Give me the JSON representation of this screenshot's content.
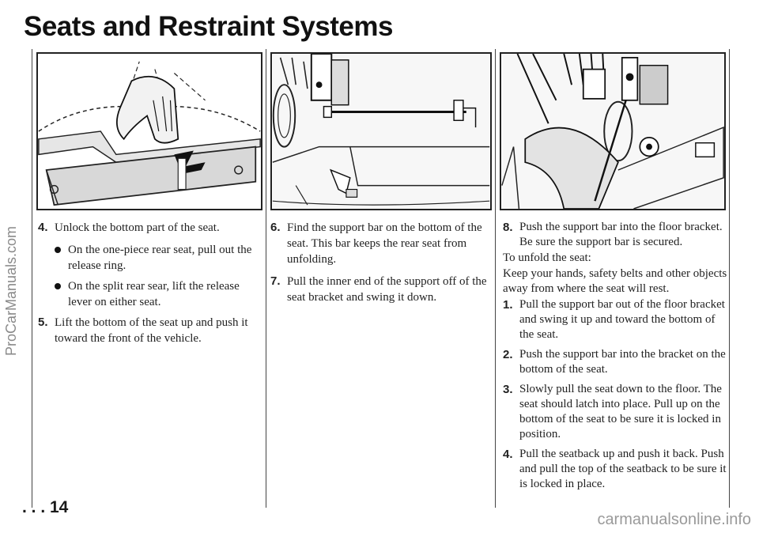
{
  "page": {
    "title": "Seats and Restraint Systems",
    "page_number": ". . . 14"
  },
  "watermarks": {
    "left": "ProCarManuals.com",
    "bottom": "carmanualsonline.info"
  },
  "figures": [
    {
      "name": "seat-release-illustration",
      "icon": "seat-release-hand-icon"
    },
    {
      "name": "support-bar-illustration",
      "icon": "support-bar-icon"
    },
    {
      "name": "floor-bracket-illustration",
      "icon": "floor-bracket-icon"
    }
  ],
  "column1": {
    "step4": {
      "num": "4.",
      "text": "Unlock the bottom part of the seat."
    },
    "bullets": [
      "On the one-piece rear seat, pull out the release ring.",
      "On the split rear sear, lift the release lever on either seat."
    ],
    "step5": {
      "num": "5.",
      "text": "Lift the bottom of the seat up and push it toward the front of the vehicle."
    }
  },
  "column2": {
    "steps": [
      {
        "num": "6.",
        "text": "Find the support bar on the bottom of the seat. This bar keeps the rear seat from unfolding."
      },
      {
        "num": "7.",
        "text": "Pull the inner end of the support off of the seat bracket and swing it down."
      }
    ]
  },
  "column3": {
    "step8": {
      "num": "8.",
      "text": "Push the support bar into the floor bracket. Be sure the support bar is secured."
    },
    "unfold_heading": "To unfold the seat:",
    "unfold_note": "Keep your hands, safety belts and other objects away from where the seat will rest.",
    "steps": [
      {
        "num": "1.",
        "text": "Pull the support bar out of the floor bracket and swing it up and toward the bottom of the seat."
      },
      {
        "num": "2.",
        "text": "Push the support bar into the bracket on the bottom of the seat."
      },
      {
        "num": "3.",
        "text": "Slowly pull the seat down to the floor. The seat should latch into place. Pull up on the bottom of the seat to be sure it is locked in position."
      },
      {
        "num": "4.",
        "text": "Pull the seatback up and push it back. Push and pull the top of the seatback to be sure it is locked in place."
      }
    ]
  }
}
